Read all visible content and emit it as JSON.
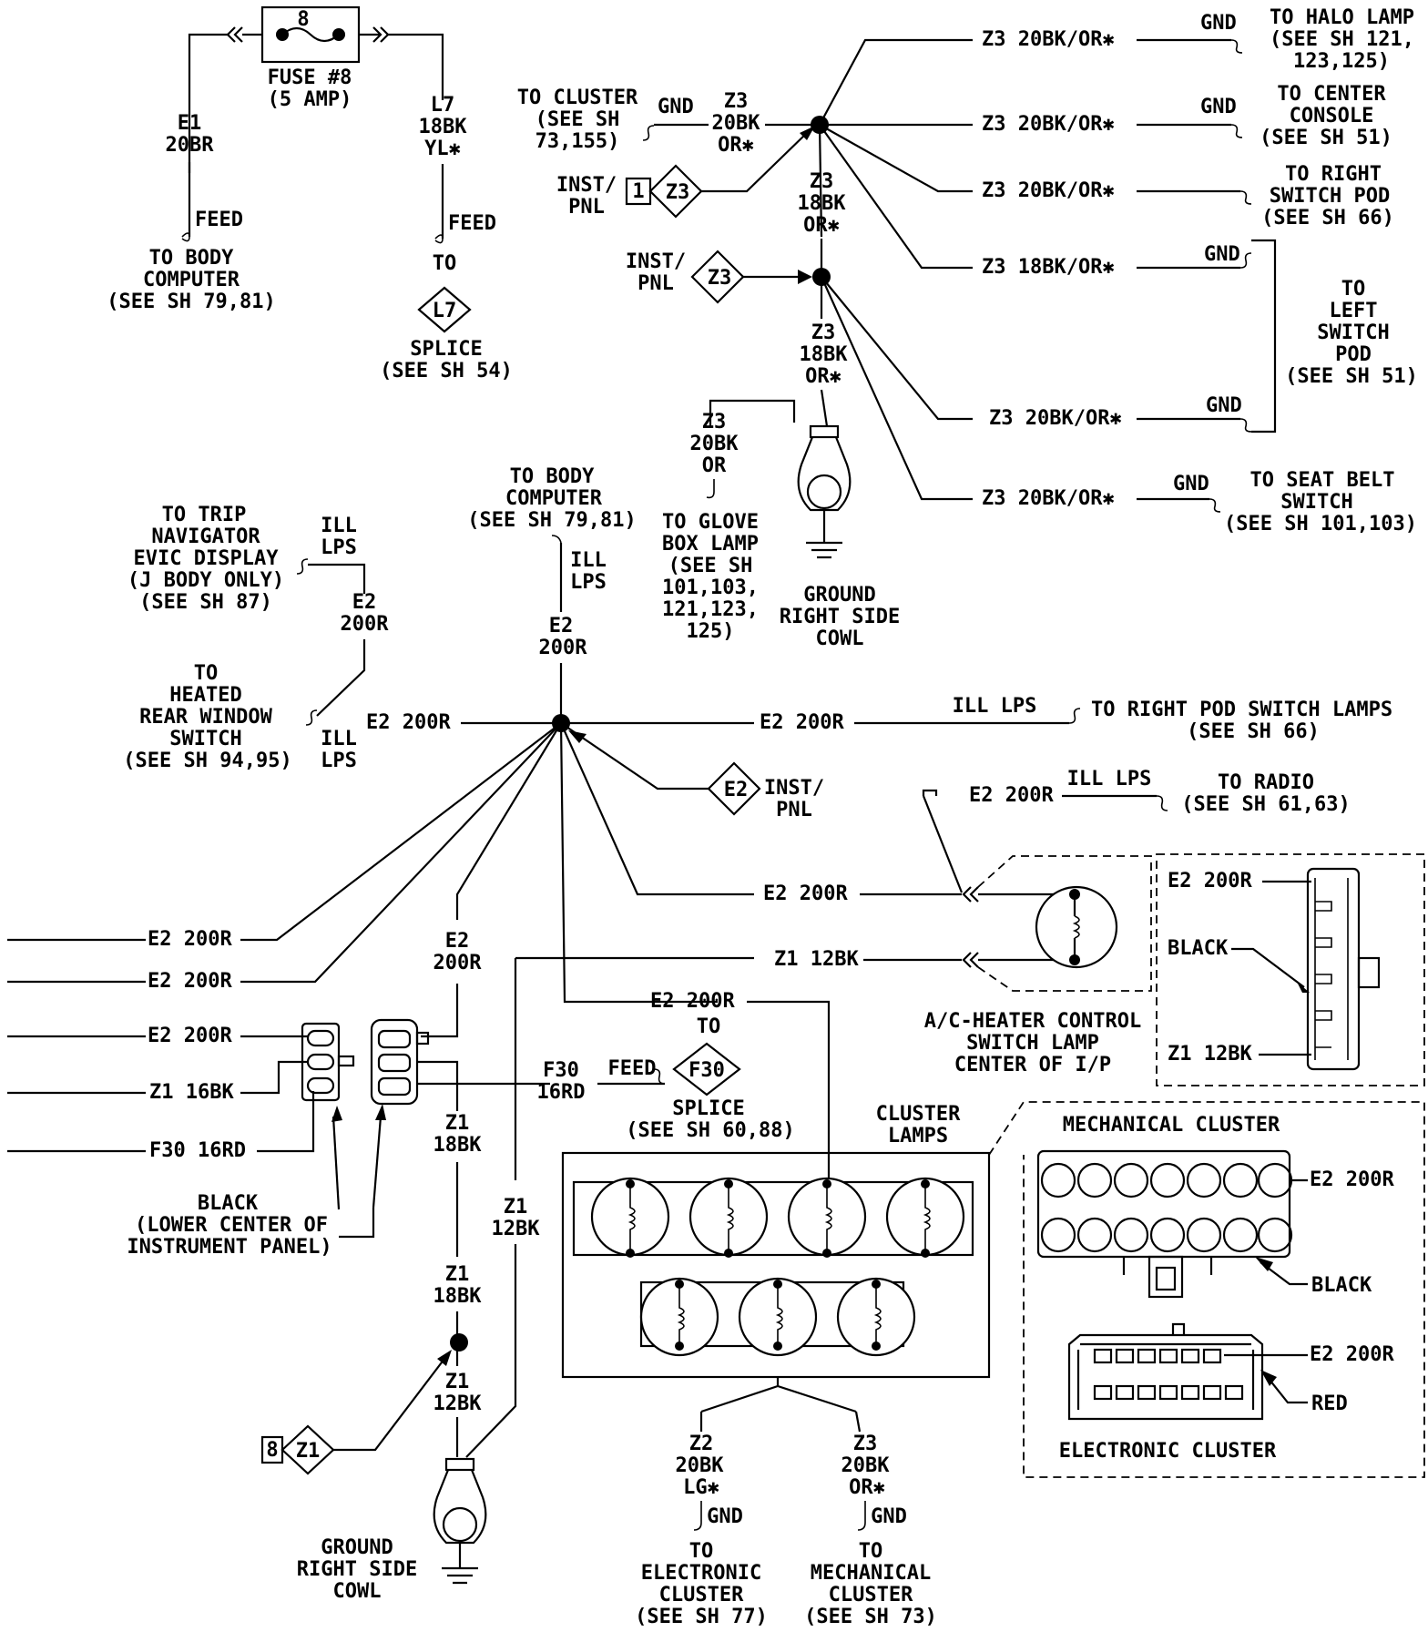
{
  "labels": {
    "fuse_num": "8",
    "fuse_name": "FUSE #8",
    "fuse_amp": "(5 AMP)",
    "e1": "E1",
    "e1_wire": "20BR",
    "feed": "FEED",
    "to_body_computer_1": "TO BODY",
    "to_body_computer_2": "COMPUTER",
    "see_sh_79_81": "(SEE SH 79,81)",
    "l7": "L7",
    "l7_18bk": "18BK",
    "l7_yl": "YL✱",
    "to": "TO",
    "l7_diamond": "L7",
    "splice": "SPLICE",
    "see_sh_54": "(SEE SH 54)",
    "to_cluster": "TO CLUSTER",
    "see_sh": "(SEE SH",
    "see_sh_73_155": "73,155)",
    "gnd": "GND",
    "z3": "Z3",
    "z3_20bk": "20BK",
    "or_star": "OR✱",
    "inst": "INST/",
    "pnl": "PNL",
    "box_1": "1",
    "z3_diamond": "Z3",
    "z3_18bk": "18BK",
    "z3_20bk_or_star": "Z3 20BK/OR✱",
    "z3_18bk_or_star": "Z3 18BK/OR✱",
    "to_halo_lamp": "TO HALO LAMP",
    "see_sh_121": "(SEE SH 121,",
    "see_sh_123_125": "123,125)",
    "to_center": "TO CENTER",
    "console": "CONSOLE",
    "see_sh_51": "(SEE SH 51)",
    "to_right": "TO RIGHT",
    "switch_pod": "SWITCH POD",
    "see_sh_66": "(SEE SH 66)",
    "to_left_1": "TO",
    "to_left_2": "LEFT",
    "to_left_3": "SWITCH",
    "to_left_4": "POD",
    "to_left_5": "(SEE SH 51)",
    "to_seat_belt": "TO SEAT BELT",
    "switch": "SWITCH",
    "see_sh_101_103": "(SEE SH 101,103)",
    "or": "OR",
    "to_glove_1": "TO GLOVE",
    "to_glove_2": "BOX LAMP",
    "to_glove_3": "(SEE SH",
    "to_glove_4": "101,103,",
    "to_glove_5": "121,123,",
    "to_glove_6": "125)",
    "ground": "GROUND",
    "right_side": "RIGHT SIDE",
    "cowl": "COWL",
    "to_trip_1": "TO TRIP",
    "to_trip_2": "NAVIGATOR",
    "to_trip_3": "EVIC DISPLAY",
    "to_trip_4": "(J BODY ONLY)",
    "to_trip_5": "(SEE SH 87)",
    "ill": "ILL",
    "lps": "LPS",
    "e2": "E2",
    "e2_200r": "200R",
    "e2_full": "E2 200R",
    "to_heated_1": "TO",
    "to_heated_2": "HEATED",
    "to_heated_3": "REAR WINDOW",
    "to_heated_4": "SWITCH",
    "to_heated_5": "(SEE SH 94,95)",
    "to_body_comp_b1": "TO BODY",
    "to_body_comp_b2": "COMPUTER",
    "to_body_comp_b3": "(SEE SH 79,81)",
    "ill_lps": "ILL LPS",
    "to_right_pod": "TO RIGHT POD SWITCH LAMPS",
    "see_sh_66b": "(SEE SH 66)",
    "e2_diamond": "E2",
    "to_radio": "TO RADIO",
    "see_sh_61_63": "(SEE SH 61,63)",
    "z1_12bk": "Z1 12BK",
    "black": "BLACK",
    "ac_1": "A/C-HEATER CONTROL",
    "ac_2": "SWITCH LAMP",
    "ac_3": "CENTER OF I/P",
    "z1_16bk": "Z1 16BK",
    "f30_16rd": "F30 16RD",
    "black_lower_1": "BLACK",
    "black_lower_2": "(LOWER CENTER OF",
    "black_lower_3": "INSTRUMENT PANEL)",
    "f30": "F30",
    "f30_16rd_v": "16RD",
    "f30_diamond": "F30",
    "see_sh_60_88": "(SEE SH 60,88)",
    "z1": "Z1",
    "z1_18bk": "18BK",
    "z1_12bk_v": "12BK",
    "box_8": "8",
    "z1_diamond": "Z1",
    "cluster_lamps_1": "CLUSTER",
    "cluster_lamps_2": "LAMPS",
    "mech_cluster": "MECHANICAL CLUSTER",
    "black_c": "BLACK",
    "red": "RED",
    "elec_cluster": "ELECTRONIC CLUSTER",
    "z2": "Z2",
    "lg_star": "LG✱",
    "to_elec_1": "TO",
    "to_elec_2": "ELECTRONIC",
    "to_elec_3": "CLUSTER",
    "to_elec_4": "(SEE SH 77)",
    "to_mech_2": "MECHANICAL",
    "to_mech_4": "(SEE SH 73)"
  }
}
